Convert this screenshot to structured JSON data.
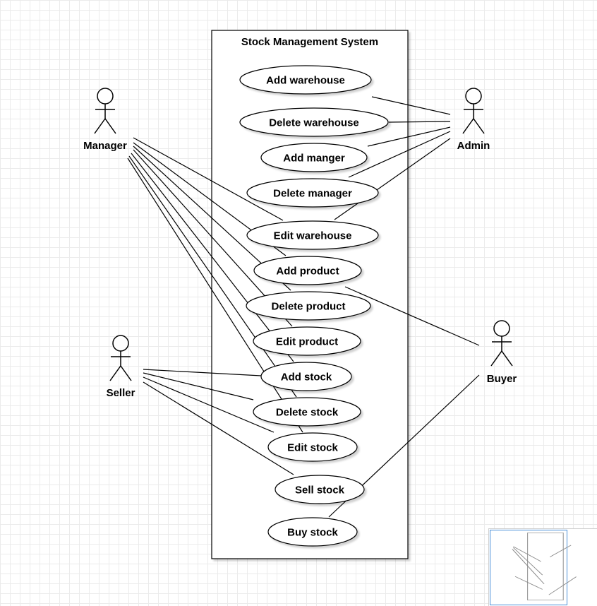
{
  "system": {
    "title": "Stock Management System"
  },
  "actors": [
    {
      "id": "manager",
      "label": "Manager"
    },
    {
      "id": "admin",
      "label": "Admin"
    },
    {
      "id": "seller",
      "label": "Seller"
    },
    {
      "id": "buyer",
      "label": "Buyer"
    }
  ],
  "use_cases": [
    {
      "id": "add-warehouse",
      "label": "Add warehouse"
    },
    {
      "id": "delete-warehouse",
      "label": "Delete warehouse"
    },
    {
      "id": "add-manger",
      "label": "Add manger"
    },
    {
      "id": "delete-manager",
      "label": "Delete manager"
    },
    {
      "id": "edit-warehouse",
      "label": "Edit warehouse"
    },
    {
      "id": "add-product",
      "label": "Add product"
    },
    {
      "id": "delete-product",
      "label": "Delete product"
    },
    {
      "id": "edit-product",
      "label": "Edit product"
    },
    {
      "id": "add-stock",
      "label": "Add stock"
    },
    {
      "id": "delete-stock",
      "label": "Delete stock"
    },
    {
      "id": "edit-stock",
      "label": "Edit stock"
    },
    {
      "id": "sell-stock",
      "label": "Sell stock"
    },
    {
      "id": "buy-stock",
      "label": "Buy stock"
    }
  ],
  "associations": [
    {
      "actor": "admin",
      "use_case": "add-warehouse"
    },
    {
      "actor": "admin",
      "use_case": "delete-warehouse"
    },
    {
      "actor": "admin",
      "use_case": "add-manger"
    },
    {
      "actor": "admin",
      "use_case": "delete-manager"
    },
    {
      "actor": "admin",
      "use_case": "edit-warehouse"
    },
    {
      "actor": "manager",
      "use_case": "edit-warehouse"
    },
    {
      "actor": "manager",
      "use_case": "add-product"
    },
    {
      "actor": "manager",
      "use_case": "delete-product"
    },
    {
      "actor": "manager",
      "use_case": "edit-product"
    },
    {
      "actor": "manager",
      "use_case": "add-stock"
    },
    {
      "actor": "manager",
      "use_case": "delete-stock"
    },
    {
      "actor": "manager",
      "use_case": "edit-stock"
    },
    {
      "actor": "seller",
      "use_case": "add-stock"
    },
    {
      "actor": "seller",
      "use_case": "delete-stock"
    },
    {
      "actor": "seller",
      "use_case": "edit-stock"
    },
    {
      "actor": "seller",
      "use_case": "sell-stock"
    },
    {
      "actor": "buyer",
      "use_case": "add-product"
    },
    {
      "actor": "buyer",
      "use_case": "buy-stock"
    }
  ]
}
